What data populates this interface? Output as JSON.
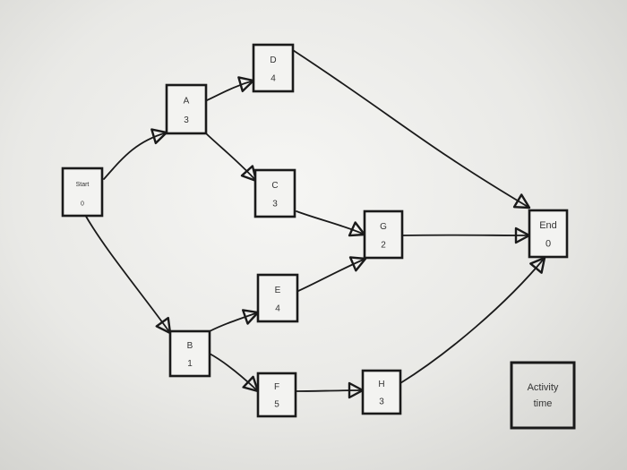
{
  "nodes": [
    {
      "id": "start",
      "name": "Start",
      "time": "0"
    },
    {
      "id": "a",
      "name": "A",
      "time": "3"
    },
    {
      "id": "d",
      "name": "D",
      "time": "4"
    },
    {
      "id": "c",
      "name": "C",
      "time": "3"
    },
    {
      "id": "b",
      "name": "B",
      "time": "1"
    },
    {
      "id": "e",
      "name": "E",
      "time": "4"
    },
    {
      "id": "f",
      "name": "F",
      "time": "5"
    },
    {
      "id": "g",
      "name": "G",
      "time": "2"
    },
    {
      "id": "h",
      "name": "H",
      "time": "3"
    },
    {
      "id": "end",
      "name": "End",
      "time": "0"
    }
  ],
  "edges": [
    {
      "from": "start",
      "to": "a"
    },
    {
      "from": "start",
      "to": "b"
    },
    {
      "from": "a",
      "to": "d"
    },
    {
      "from": "a",
      "to": "c"
    },
    {
      "from": "d",
      "to": "end"
    },
    {
      "from": "c",
      "to": "g"
    },
    {
      "from": "b",
      "to": "e"
    },
    {
      "from": "b",
      "to": "f"
    },
    {
      "from": "e",
      "to": "g"
    },
    {
      "from": "f",
      "to": "h"
    },
    {
      "from": "g",
      "to": "end"
    },
    {
      "from": "h",
      "to": "end"
    }
  ],
  "legend": {
    "line1": "Activity",
    "line2": "time"
  },
  "colors": {
    "ink": "#1a1a1a",
    "legend_text": "#555555",
    "background": "#ececea"
  }
}
